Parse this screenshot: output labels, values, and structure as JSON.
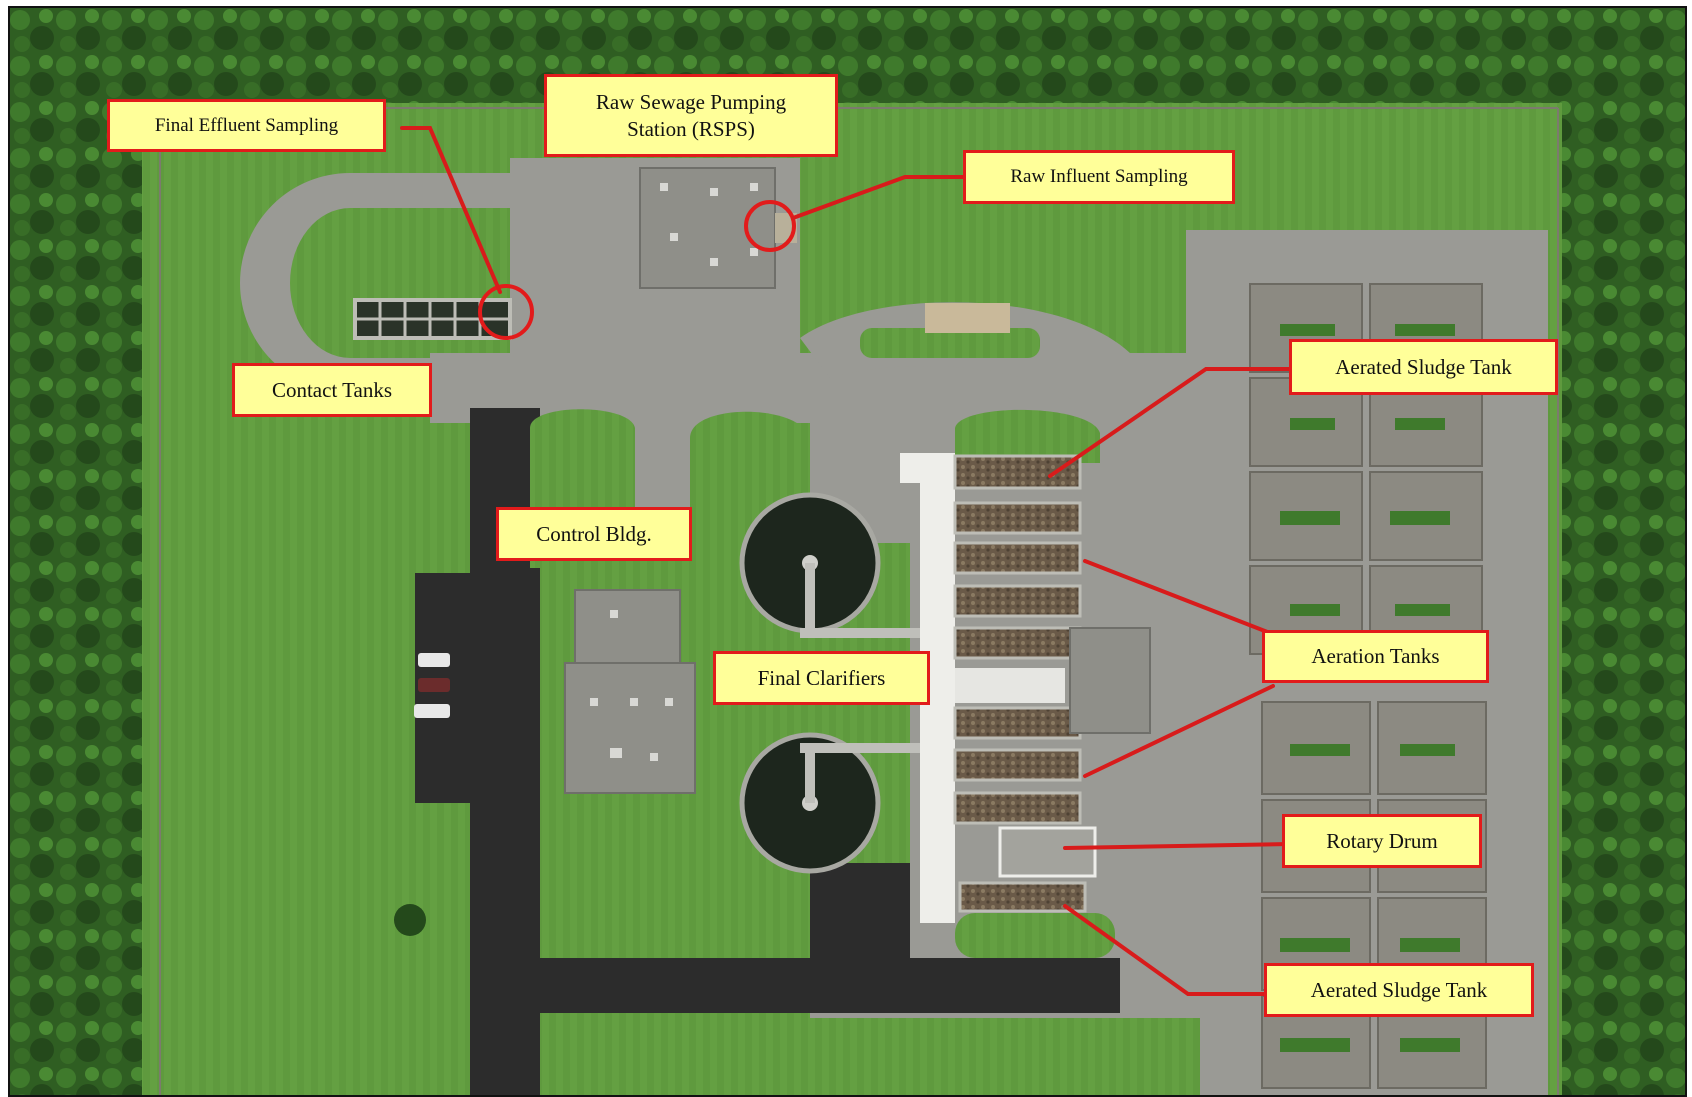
{
  "colors": {
    "label_fill": "#ffff99",
    "label_border": "#e21b1b",
    "leader_line": "#d81b1b",
    "forest": "#2f5e22",
    "lawn": "#5f9a3e",
    "pavement": "#9a9a95",
    "asphalt": "#2c2c2c",
    "building_roof": "#8f8f89",
    "clarifier": "#1d261d"
  },
  "labels": {
    "final_effluent_sampling": "Final Effluent Sampling",
    "rsps_line1": "Raw Sewage Pumping",
    "rsps_line2": "Station (RSPS)",
    "raw_influent_sampling": "Raw Influent Sampling",
    "contact_tanks": "Contact Tanks",
    "aerated_sludge_tank_top": "Aerated Sludge Tank",
    "control_bldg": "Control Bldg.",
    "final_clarifiers": "Final Clarifiers",
    "aeration_tanks": "Aeration Tanks",
    "rotary_drum": "Rotary Drum",
    "aerated_sludge_tank_bottom": "Aerated Sludge Tank"
  }
}
